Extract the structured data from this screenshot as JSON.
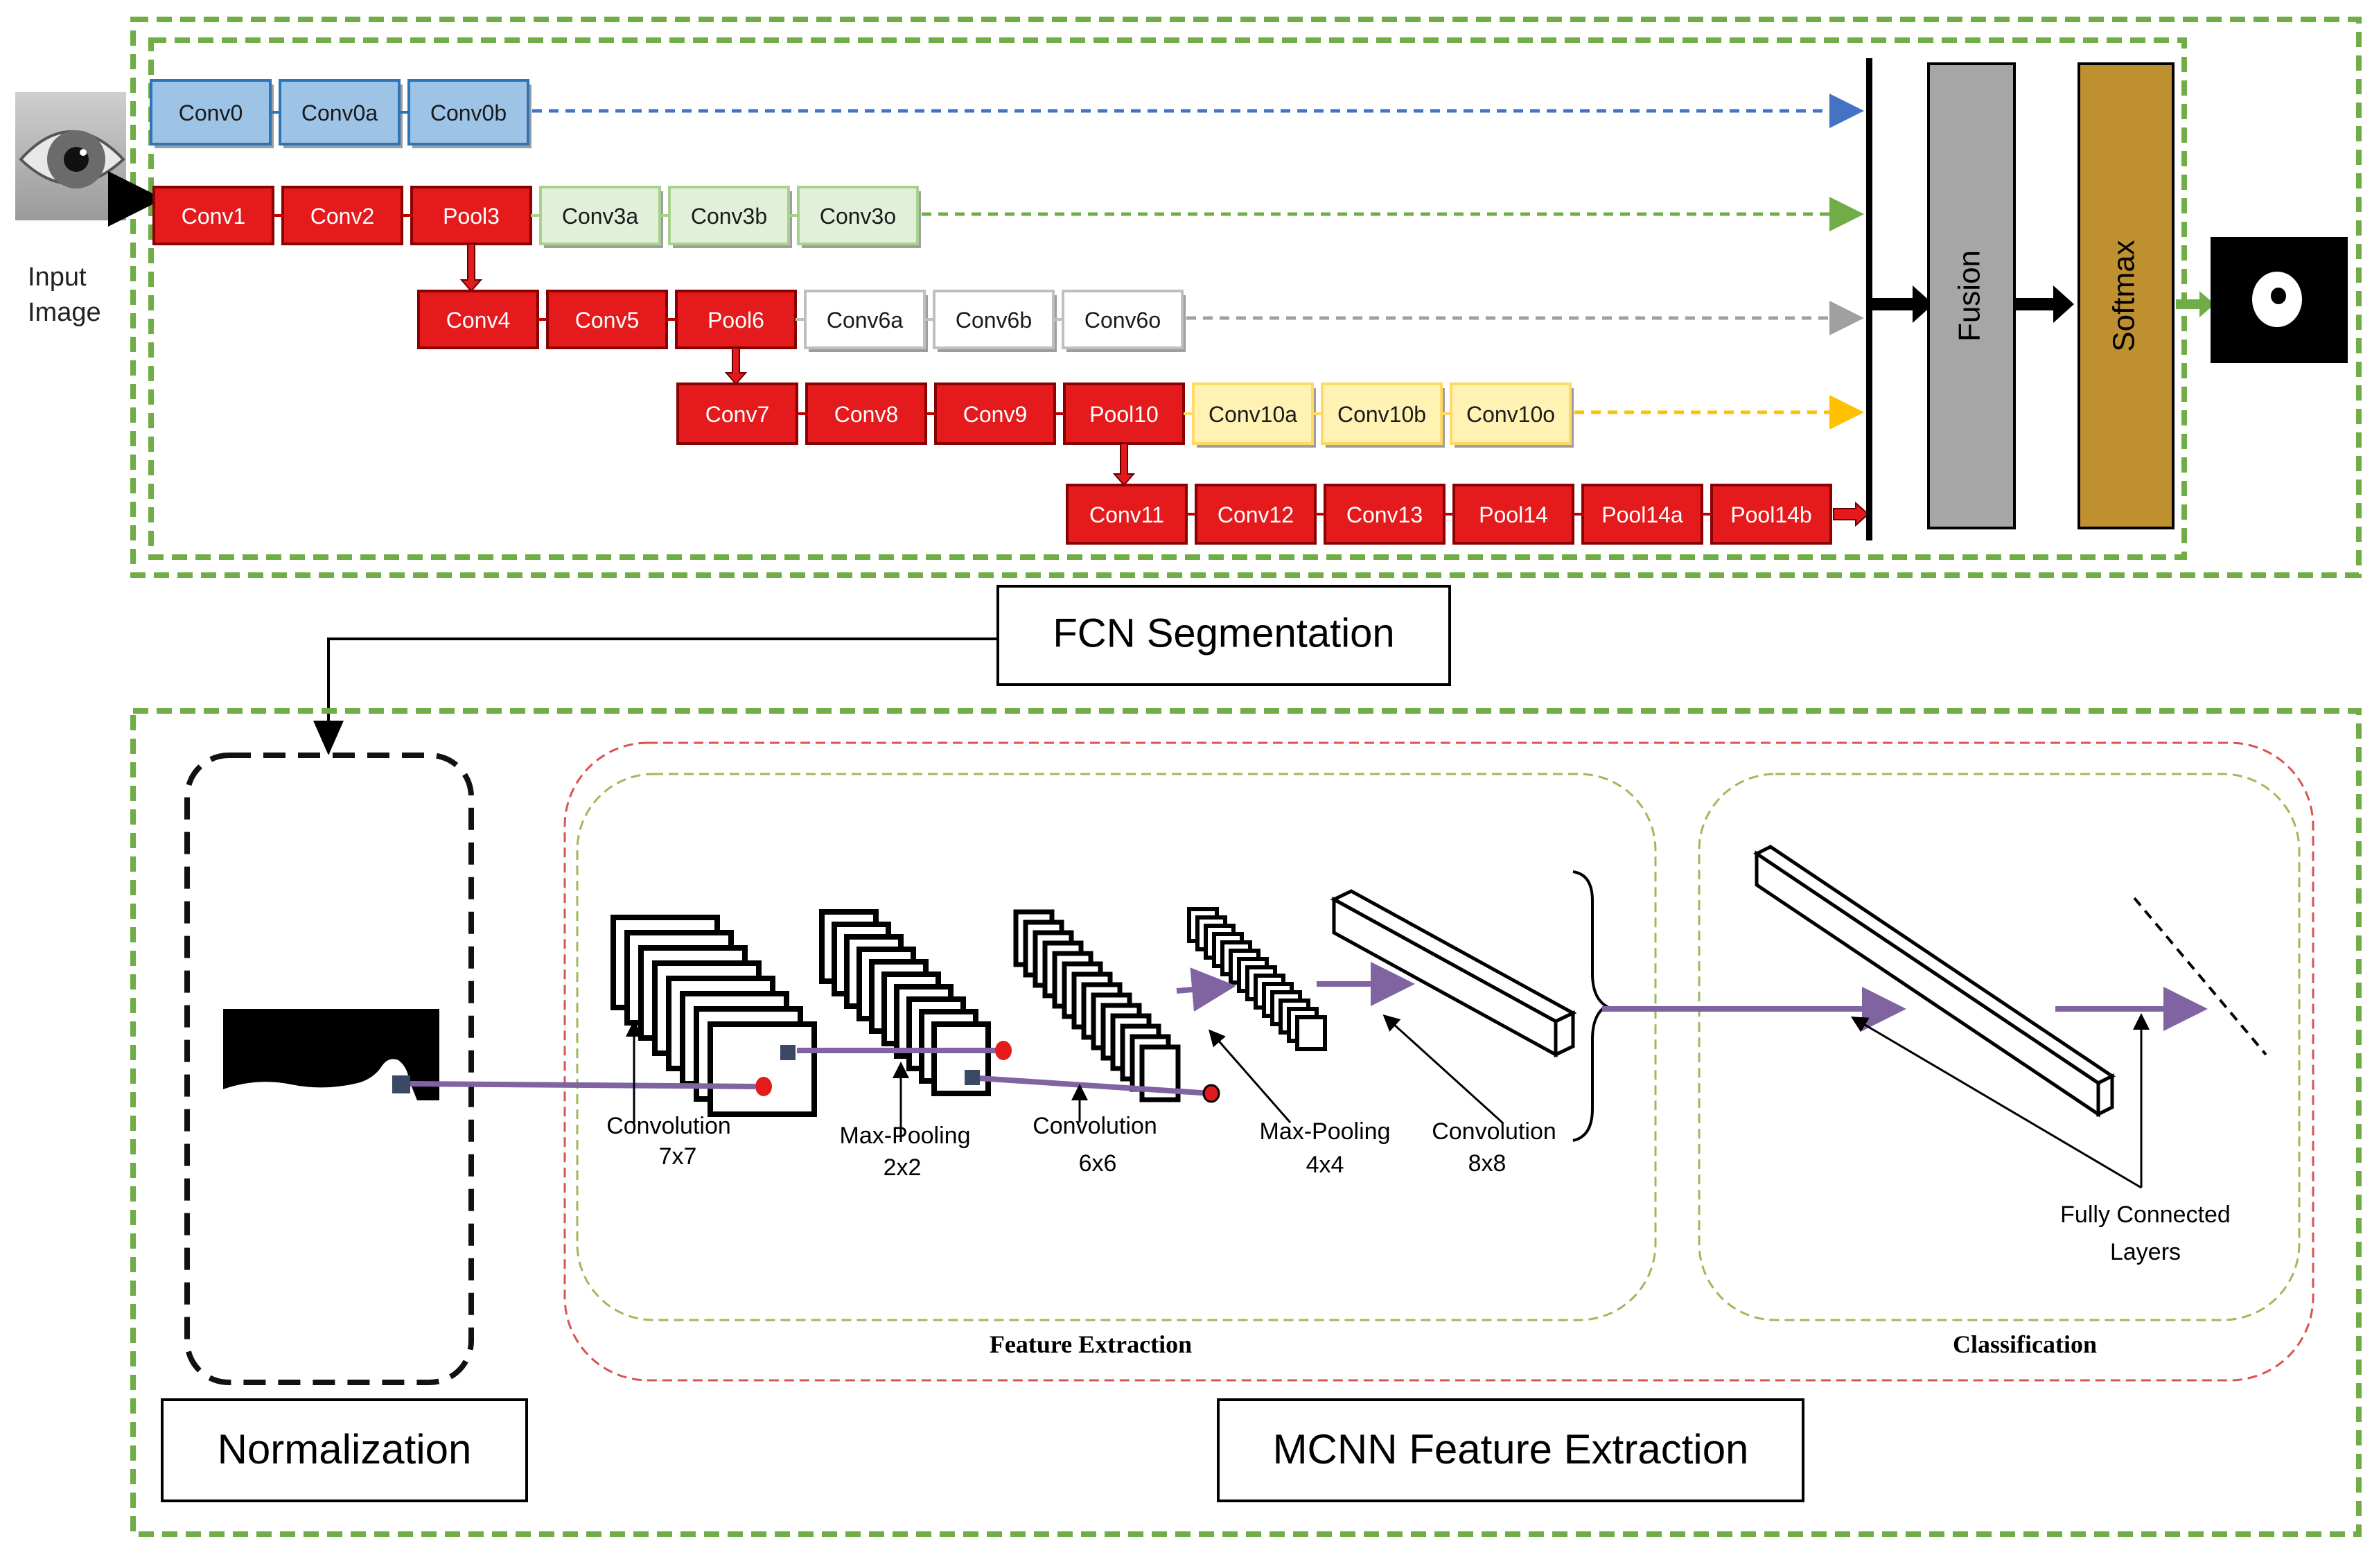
{
  "input_label": [
    "Input",
    "Image"
  ],
  "rows": [
    [
      "Conv0",
      "Conv0a",
      "Conv0b"
    ],
    [
      "Conv1",
      "Conv2",
      "Pool3",
      "Conv3a",
      "Conv3b",
      "Conv3o"
    ],
    [
      "Conv4",
      "Conv5",
      "Pool6",
      "Conv6a",
      "Conv6b",
      "Conv6o"
    ],
    [
      "Conv7",
      "Conv8",
      "Conv9",
      "Pool10",
      "Conv10a",
      "Conv10b",
      "Conv10o"
    ],
    [
      "Conv11",
      "Conv12",
      "Conv13",
      "Pool14",
      "Pool14a",
      "Pool14b"
    ]
  ],
  "fusion_label": "Fusion",
  "softmax_label": "Softmax",
  "fcn_label": "FCN Segmentation",
  "normalization_label": "Normalization",
  "mcnn_label": "MCNN Feature Extraction",
  "feature_extraction_label": "Feature Extraction",
  "classification_label": "Classification",
  "layer_labels": {
    "conv7": [
      "Convolution",
      "7x7"
    ],
    "pool2": [
      "Max-Pooling",
      "2x2"
    ],
    "conv6": [
      "Convolution",
      "6x6"
    ],
    "pool4": [
      "Max-Pooling",
      "4x4"
    ],
    "conv8": [
      "Convolution",
      "8x8"
    ],
    "fc": [
      "Fully Connected",
      "Layers"
    ]
  },
  "colors": {
    "green_dash": "#70ad47",
    "red_box": "#e41a1c",
    "blue_box": "#9dc3e6",
    "green_box": "#e2f0d9",
    "gray_box": "#ffffff",
    "yellow_box": "#fff2b3",
    "fusion": "#a6a6a6",
    "softmax": "#bf9030",
    "purple": "#8064a2",
    "red_dash": "#d9534f"
  }
}
